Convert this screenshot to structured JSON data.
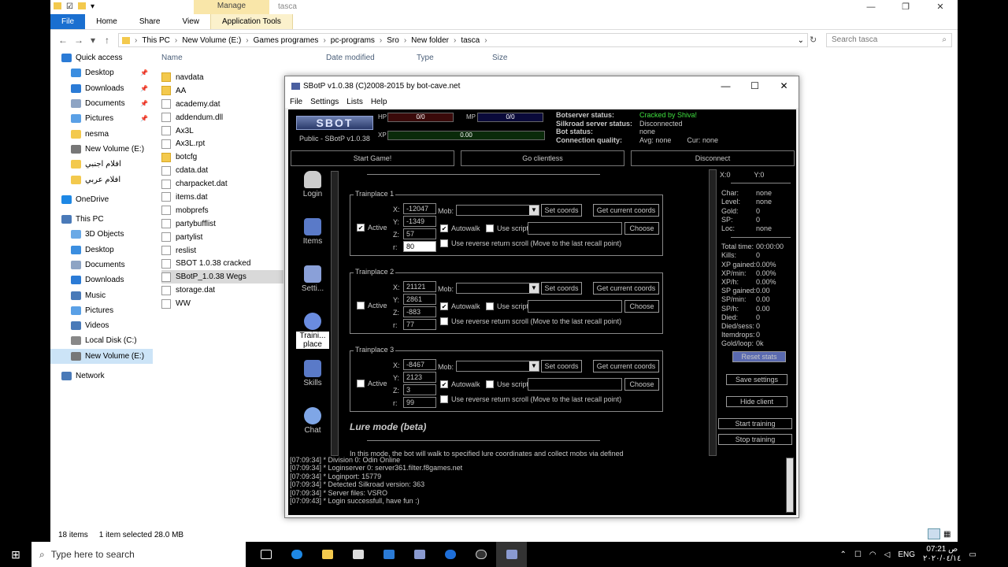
{
  "explorer": {
    "manage_tab": "Manage",
    "folder_title": "tasca",
    "ribbon": [
      "File",
      "Home",
      "Share",
      "View",
      "Application Tools"
    ],
    "breadcrumbs": [
      "This PC",
      "New Volume (E:)",
      "Games programes",
      "pc-programs",
      "Sro",
      "New folder",
      "tasca"
    ],
    "search_placeholder": "Search tasca",
    "columns": [
      "Name",
      "Date modified",
      "Type",
      "Size"
    ],
    "nav": [
      {
        "label": "Quick access",
        "color": "#2b7bd6",
        "pin": false
      },
      {
        "label": "Desktop",
        "color": "#3b8ee0",
        "pin": true
      },
      {
        "label": "Downloads",
        "color": "#2b7bd6",
        "pin": true
      },
      {
        "label": "Documents",
        "color": "#8ea4c4",
        "pin": true
      },
      {
        "label": "Pictures",
        "color": "#5aa0e6",
        "pin": true
      },
      {
        "label": "nesma",
        "color": "#f3c94d",
        "pin": false
      },
      {
        "label": "New Volume (E:)",
        "color": "#777",
        "pin": false
      },
      {
        "label": "افلام اجنبي",
        "color": "#f3c94d",
        "pin": false
      },
      {
        "label": "افلام عربي",
        "color": "#f3c94d",
        "pin": false
      },
      {
        "label": "OneDrive",
        "color": "#1e88e5",
        "pin": false
      },
      {
        "label": "This PC",
        "color": "#4a7ab8",
        "pin": false
      },
      {
        "label": "3D Objects",
        "color": "#6aa9e6",
        "pin": false
      },
      {
        "label": "Desktop",
        "color": "#3b8ee0",
        "pin": false
      },
      {
        "label": "Documents",
        "color": "#8ea4c4",
        "pin": false
      },
      {
        "label": "Downloads",
        "color": "#2b7bd6",
        "pin": false
      },
      {
        "label": "Music",
        "color": "#4a7ab8",
        "pin": false
      },
      {
        "label": "Pictures",
        "color": "#5aa0e6",
        "pin": false
      },
      {
        "label": "Videos",
        "color": "#4a7ab8",
        "pin": false
      },
      {
        "label": "Local Disk (C:)",
        "color": "#888",
        "pin": false
      },
      {
        "label": "New Volume (E:)",
        "color": "#777",
        "pin": false
      },
      {
        "label": "Network",
        "color": "#4a7ab8",
        "pin": false
      }
    ],
    "files": [
      {
        "name": "navdata",
        "folder": true
      },
      {
        "name": "AA",
        "folder": true
      },
      {
        "name": "academy.dat",
        "folder": false
      },
      {
        "name": "addendum.dll",
        "folder": false
      },
      {
        "name": "Ax3L",
        "folder": false
      },
      {
        "name": "Ax3L.rpt",
        "folder": false
      },
      {
        "name": "botcfg",
        "folder": true
      },
      {
        "name": "cdata.dat",
        "folder": false
      },
      {
        "name": "charpacket.dat",
        "folder": false
      },
      {
        "name": "items.dat",
        "folder": false
      },
      {
        "name": "mobprefs",
        "folder": false
      },
      {
        "name": "partybufflist",
        "folder": false
      },
      {
        "name": "partylist",
        "folder": false
      },
      {
        "name": "reslist",
        "folder": false
      },
      {
        "name": "SBOT 1.0.38 cracked",
        "folder": false
      },
      {
        "name": "SBotP_1.0.38 Wegs",
        "folder": false
      },
      {
        "name": "storage.dat",
        "folder": false
      },
      {
        "name": "WW",
        "folder": false
      }
    ],
    "status_items": "18 items",
    "status_selected": "1 item selected  28.0 MB"
  },
  "sbot": {
    "title": "SBotP v1.0.38 (C)2008-2015 by bot-cave.net",
    "menu": [
      "File",
      "Settings",
      "Lists",
      "Help"
    ],
    "logo": "SBOT",
    "public": "Public - SBotP v1.0.38",
    "hp_label": "HP",
    "hp": "0/0",
    "mp_label": "MP",
    "mp": "0/0",
    "xp_label": "XP",
    "xp": "0.00",
    "botserver_label": "Botserver status:",
    "botserver": "Cracked by Shiva!",
    "silkroad_label": "Silkroad server status:",
    "silkroad": "Disconnected",
    "botstatus_label": "Bot status:",
    "botstatus": "none",
    "conn_label": "Connection quality:",
    "avg_label": "Avg:",
    "avg": "none",
    "cur_label": "Cur:",
    "cur": "none",
    "btn_start": "Start Game!",
    "btn_clientless": "Go clientless",
    "btn_disconnect": "Disconnect",
    "sidebar": [
      "Login",
      "Items",
      "Setti...",
      "Traini... place",
      "Skills",
      "Chat"
    ],
    "trainplaces": [
      {
        "title": "Trainplace 1",
        "active": true,
        "x": "-12047",
        "y": "-1349",
        "z": "57",
        "r": "80"
      },
      {
        "title": "Trainplace 2",
        "active": false,
        "x": "21121",
        "y": "2861",
        "z": "-883",
        "r": "77"
      },
      {
        "title": "Trainplace 3",
        "active": false,
        "x": "-8467",
        "y": "2123",
        "z": "3",
        "r": "99"
      }
    ],
    "tp_labels": {
      "active": "Active",
      "x": "X:",
      "y": "Y:",
      "z": "Z:",
      "r": "r:",
      "mob": "Mob:",
      "set": "Set coords",
      "get": "Get current coords",
      "autowalk": "Autowalk",
      "usescript": "Use script",
      "choose": "Choose",
      "reverse": "Use reverse return scroll (Move to the last recall point)"
    },
    "lure_title": "Lure mode (beta)",
    "lure_desc": "In this mode, the bot will walk to specified lure coordinates and collect mobs via defined",
    "coords": {
      "x_label": "X:",
      "x": "0",
      "y_label": "Y:",
      "y": "0"
    },
    "stats": [
      {
        "k": "Char:",
        "v": "none"
      },
      {
        "k": "Level:",
        "v": "none"
      },
      {
        "k": "Gold:",
        "v": "0"
      },
      {
        "k": "SP:",
        "v": "0"
      },
      {
        "k": "Loc:",
        "v": "none"
      }
    ],
    "stats2": [
      {
        "k": "Total time:",
        "v": "00:00:00"
      },
      {
        "k": "Kills:",
        "v": "0"
      },
      {
        "k": "XP gained:",
        "v": "0.00%"
      },
      {
        "k": "XP/min:",
        "v": "0.00%"
      },
      {
        "k": "XP/h:",
        "v": "0.00%"
      },
      {
        "k": "SP gained:",
        "v": "0.00"
      },
      {
        "k": "SP/min:",
        "v": "0.00"
      },
      {
        "k": "SP/h:",
        "v": "0.00"
      },
      {
        "k": "Died:",
        "v": "0"
      },
      {
        "k": "Died/sess:",
        "v": "0"
      },
      {
        "k": "Itemdrops:",
        "v": "0"
      },
      {
        "k": "Gold/loop:",
        "v": "0k"
      }
    ],
    "reset_stats": "Reset stats",
    "save_settings": "Save settings",
    "hide_client": "Hide client",
    "start_training": "Start training",
    "stop_training": "Stop training",
    "log": [
      "[07:09:34] * Division 0: Odin Online",
      "[07:09:34] * Loginserver 0: server361.filter.f8games.net",
      "[07:09:34] * Loginport: 15779",
      "[07:09:34] * Detected Silkroad version: 363",
      "[07:09:34] * Server files: VSRO",
      "[07:09:43] * Login successfull, have fun :)"
    ]
  },
  "taskbar": {
    "search_placeholder": "Type here to search",
    "lang": "ENG",
    "time": "07:21 ص",
    "date": "٢٠٢٠/٠٤/١٤"
  }
}
